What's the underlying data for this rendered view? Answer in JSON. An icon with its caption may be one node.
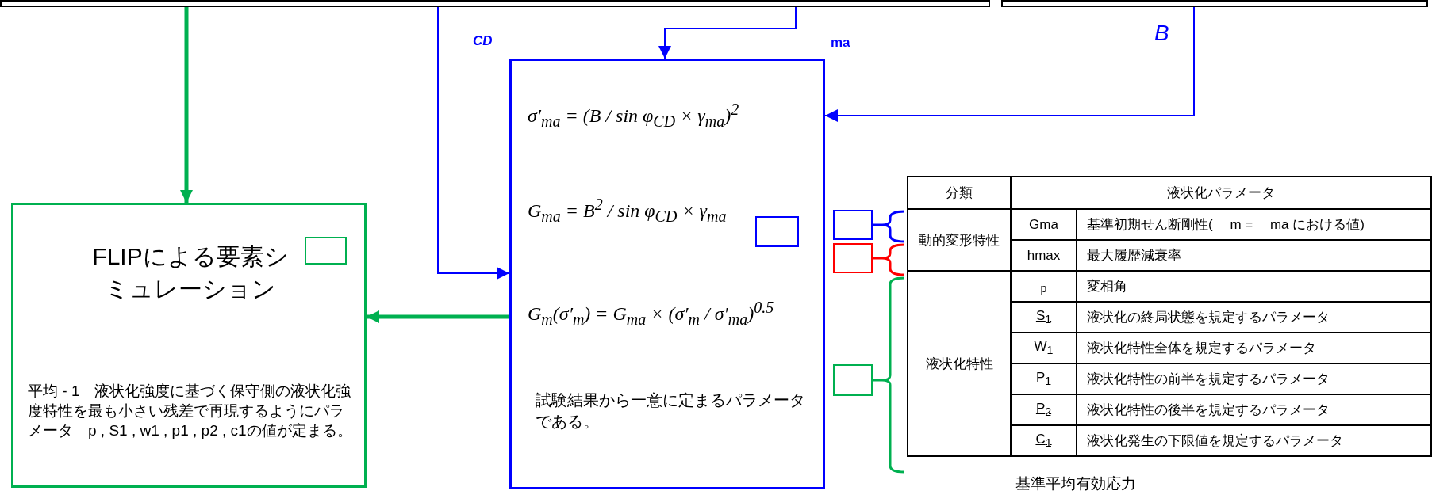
{
  "diagram": {
    "nodes": [
      {
        "text": [],
        "shape": "box"
      },
      {
        "text": [],
        "shape": "box"
      },
      {
        "text": [
          "σ′$_{ma}$ = (B / sin φ$_{CD}$ × γ$_{ma}$)$^{2}$",
          "G$_{ma}$ = B$^{2}$ / sin φ$_{CD}$ × γ$_{ma}$",
          "G$_{m}$(σ′$_{m}$) = G$_{ma}$ × (σ′$_{m}$ / σ′$_{ma}$)$^{0.5}$",
          "試験結果から一意に定まるパラメータである。"
        ]
      },
      {
        "text": [],
        "shape": "box",
        "in": 2
      },
      {
        "text": [
          "FLIPによる要素シミュレーション",
          "平均 - 1　液状化強度に基づく保守側の液状化強度特性を最も小さい残差で再現するようにパラメータ　p , S1 , w1 , p1 , p2 , c1の値が定まる。"
        ]
      },
      {
        "text": [],
        "shape": "box",
        "in": 4
      },
      {
        "text": [],
        "shape": "box"
      },
      {
        "text": [],
        "shape": "box"
      },
      {
        "text": [],
        "shape": "box"
      }
    ],
    "edges": [
      {
        "from": 0,
        "to": 4,
        "arrow": "to",
        "style": "thick",
        "color": "#00b050"
      },
      {
        "from": 0,
        "to": 2,
        "arrow": "to"
      },
      {
        "from": 0,
        "to": 2,
        "arrow": "to"
      },
      {
        "from": 1,
        "to": 2,
        "arrow": "to"
      },
      {
        "from": 2,
        "to": 4,
        "arrow": "to",
        "style": "thick",
        "color": "#00b050"
      }
    ],
    "labels": [
      "CD",
      "ma",
      "B",
      "分類",
      "液状化パラメータ",
      "動的変形特性",
      "Gma",
      "基準初期せん断剛性(　 m = 　ma における値)",
      "hmax",
      "最大履歴減衰率",
      "液状化特性",
      "$_{p}$",
      "変相角",
      "S$_{1}$",
      "液状化の終局状態を規定するパラメータ",
      "W$_{1}$",
      "液状化特性全体を規定するパラメータ",
      "P$_{1}$",
      "液状化特性の前半を規定するパラメータ",
      "P$_{2}$",
      "液状化特性の後半を規定するパラメータ",
      "C$_{1}$",
      "液状化発生の下限値を規定するパラメータ",
      "基準平均有効応力"
    ]
  }
}
